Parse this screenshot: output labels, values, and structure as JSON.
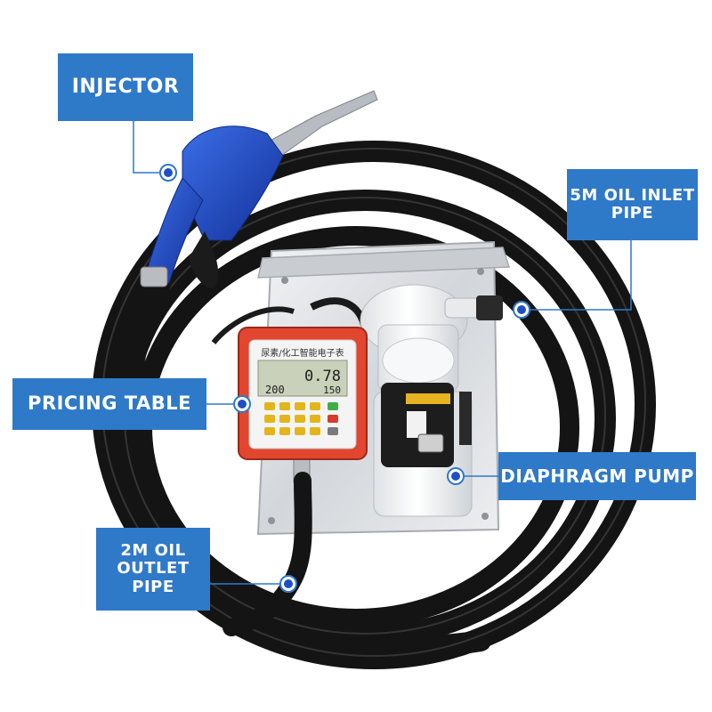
{
  "labels": {
    "injector": "INJECTOR",
    "inlet_pipe_line1": "5M OIL INLET",
    "inlet_pipe_line2": "PIPE",
    "pricing_table": "PRICING TABLE",
    "diaphragm_pump": "DIAPHRAGM PUMP",
    "outlet_pipe_line1": "2M OIL",
    "outlet_pipe_line2": "OUTLET",
    "outlet_pipe_line3": "PIPE"
  },
  "meter": {
    "header": "尿素/化工智能电子表",
    "reading_top": "0.78",
    "reading_left": "200",
    "reading_right": "150"
  },
  "colors": {
    "label_bg": "#2f79c9",
    "label_text": "#ffffff",
    "nozzle": "#1f45b8",
    "hose": "#141414",
    "meter_body": "#e2462f",
    "callout_line": "#2f79c9"
  }
}
